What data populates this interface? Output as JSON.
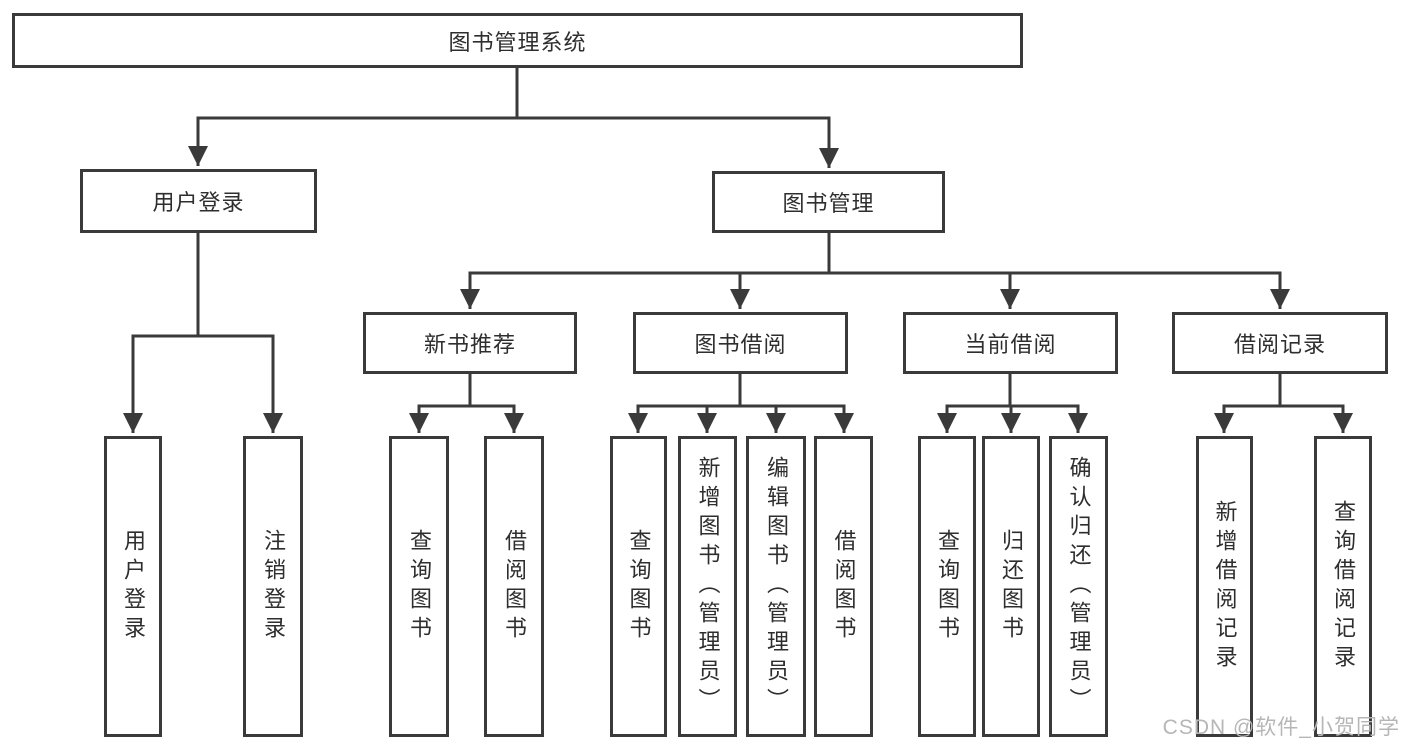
{
  "tree": {
    "root": "图书管理系统",
    "children": [
      {
        "label": "用户登录",
        "children": [
          "用户登录",
          "注销登录"
        ]
      },
      {
        "label": "图书管理",
        "children": [
          {
            "label": "新书推荐",
            "children": [
              "查询图书",
              "借阅图书"
            ]
          },
          {
            "label": "图书借阅",
            "children": [
              "查询图书",
              "新增图书（管理员）",
              "编辑图书（管理员）",
              "借阅图书"
            ]
          },
          {
            "label": "当前借阅",
            "children": [
              "查询图书",
              "归还图书",
              "确认归还（管理员）"
            ]
          },
          {
            "label": "借阅记录",
            "children": [
              "新增借阅记录",
              "查询借阅记录"
            ]
          }
        ]
      }
    ]
  },
  "colors": {
    "line": "#3a3a3a",
    "text": "#2e2e2e",
    "watermark": "#b6b6b6",
    "background": "#ffffff"
  },
  "watermark": {
    "text": "CSDN @软件_小贺同学"
  }
}
